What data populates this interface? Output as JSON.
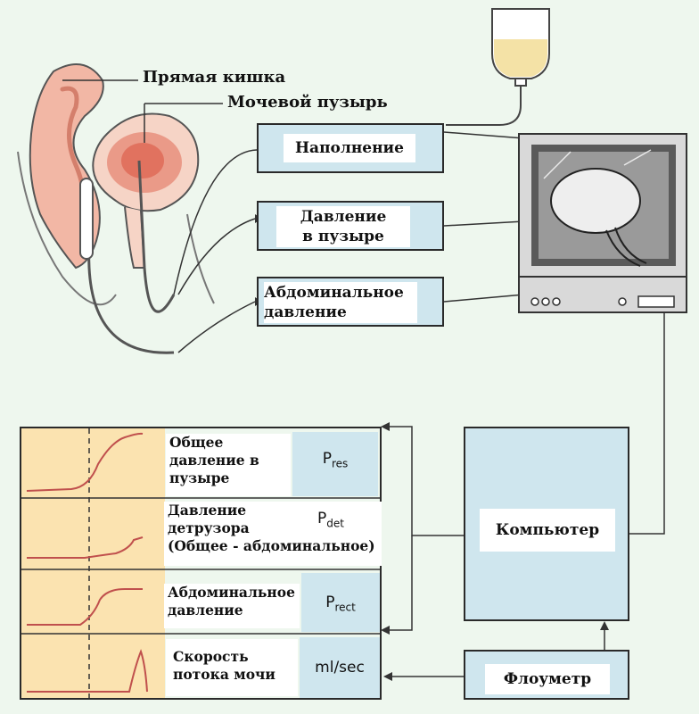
{
  "anatomy": {
    "rectum_label": "Прямая кишка",
    "bladder_label": "Мочевой пузырь"
  },
  "top_boxes": {
    "filling": "Наполнение",
    "bladder_pressure_line1": "Давление",
    "bladder_pressure_line2": "в пузыре",
    "abdominal_pressure_line1": "Абдоминальное",
    "abdominal_pressure_line2": "давление"
  },
  "computer_box": "Компьютер",
  "flowmeter_box": "Флоуметр",
  "rows": [
    {
      "label_lines": [
        "Общее",
        "давление в",
        "пузыре"
      ],
      "symbol": "P",
      "sub": "res"
    },
    {
      "label_lines": [
        "Давление",
        "детрузора",
        "(Общее - абдоминальное)"
      ],
      "symbol": "P",
      "sub": "det"
    },
    {
      "label_lines": [
        "Абдоминальное",
        "давление"
      ],
      "symbol": "P",
      "sub": "rect"
    },
    {
      "label_lines": [
        "Скорость",
        "потока мочи"
      ],
      "symbol": "ml/sec",
      "sub": ""
    }
  ],
  "colors": {
    "background": "#eef7ee",
    "box_fill": "#cfe6ee",
    "graph_fill": "#fbe3b0",
    "trace": "#c0504d",
    "organ": "#f2b7a5"
  }
}
